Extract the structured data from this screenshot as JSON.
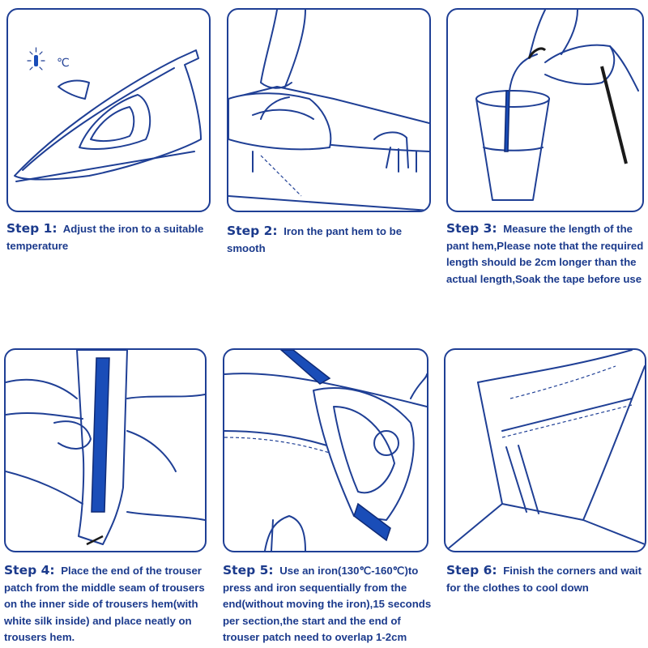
{
  "steps": [
    {
      "label": "Step 1:",
      "text": "Adjust the iron to a suitable temperature"
    },
    {
      "label": "Step 2:",
      "text": "Iron the pant hem to be smooth"
    },
    {
      "label": "Step 3:",
      "text": "Measure the length of the pant hem,Please note that the required length should be 2cm longer than the actual length,Soak the tape before use"
    },
    {
      "label": "Step 4:",
      "text": "Place the end of the trouser patch from the middle seam of trousers on the inner side of trousers hem(with white silk inside) and place neatly on trousers hem."
    },
    {
      "label": "Step 5:",
      "text": "Use an iron(130℃-160℃)to press and iron sequentially from the end(without moving the iron),15 seconds per section,the start and the end of trouser patch need to overlap 1-2cm"
    },
    {
      "label": "Step 6:",
      "text": "Finish the corners and wait for the clothes to cool down"
    }
  ],
  "temperature_unit": "℃",
  "colors": {
    "accent": "#1f3f95",
    "tape": "#1a4db8",
    "text": "#1b3a8c"
  }
}
